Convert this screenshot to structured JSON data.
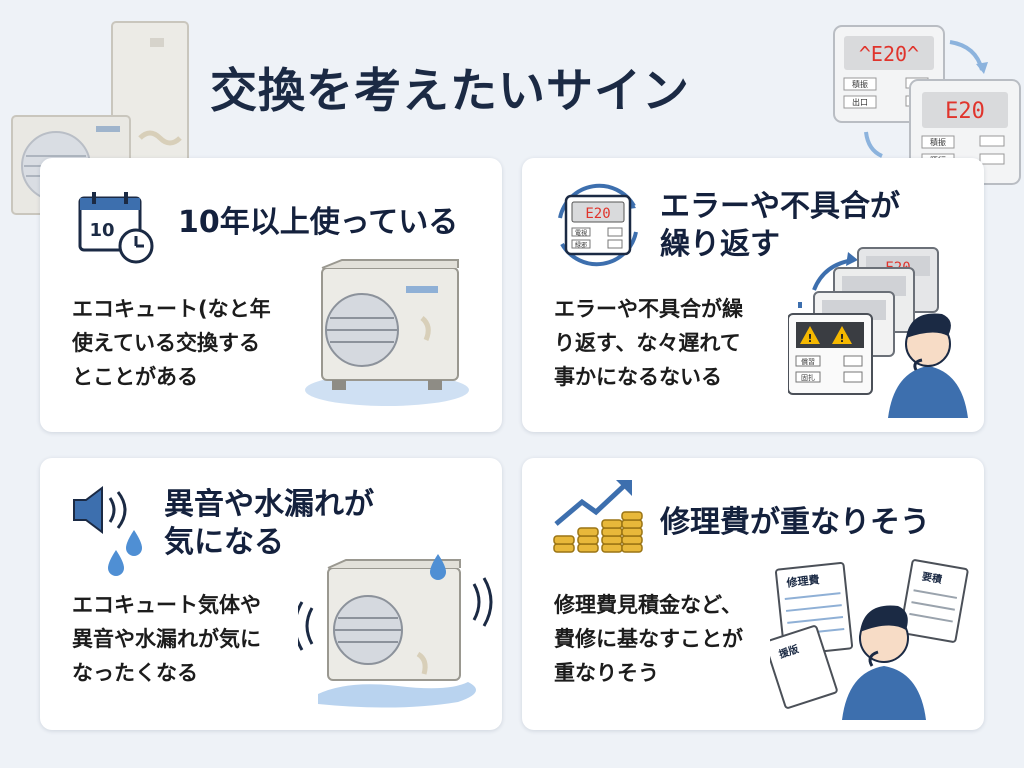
{
  "title": "交換を考えたいサイン",
  "header_display": {
    "top": "^E20^",
    "bottom": "E20",
    "btn1": "積振",
    "btn2": "出口",
    "btn3": "積振",
    "btn4": "腰行"
  },
  "cards": [
    {
      "calendar_label": "10",
      "title_lines": [
        "10年以上使っている"
      ],
      "body_lines": [
        "エコキュート(なと年",
        "使えている交換する",
        "とことがある"
      ]
    },
    {
      "display_label": "E20",
      "display_btn1": "電視",
      "display_btn2": "緑邪",
      "title_lines": [
        "エラーや不具合が",
        "繰り返す"
      ],
      "body_lines": [
        "エラーや不具合が繰",
        "り返す、な々遅れて",
        "事かになるないる"
      ],
      "panel_label_back": "E20",
      "panel_btn1": "償習",
      "panel_btn2": "固扎"
    },
    {
      "title_lines": [
        "異音や水漏れが",
        "気になる"
      ],
      "body_lines": [
        "エコキュート気体や",
        "異音や水漏れが気に",
        "なったくなる"
      ]
    },
    {
      "title_lines": [
        "修理費が重なりそう"
      ],
      "body_lines": [
        "修理費見積金など、",
        "費修に基なすことが",
        "重なりそう"
      ],
      "doc1_label": "修理費",
      "doc2_label": "要積",
      "doc3_label": "援版"
    }
  ],
  "colors": {
    "accent": "#3d6fae",
    "error": "#e0342c",
    "warning": "#f5b800",
    "water": "#4f8fd4"
  }
}
